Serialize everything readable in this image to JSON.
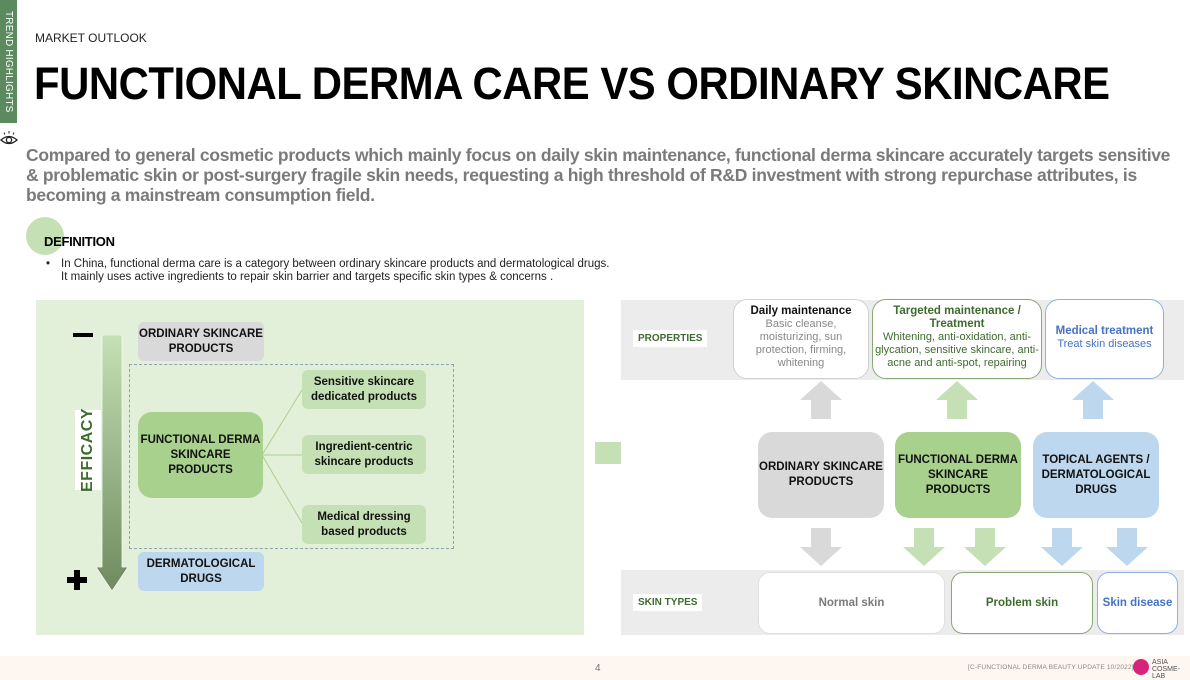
{
  "side_tab": {
    "label": "TREND HIGHLIGHTS"
  },
  "header": {
    "section": "MARKET OUTLOOK",
    "title": "FUNCTIONAL DERMA CARE VS ORDINARY SKINCARE"
  },
  "summary": "Compared to general cosmetic products which mainly focus on daily skin maintenance, functional derma skincare accurately targets sensitive & problematic skin or post-surgery fragile skin needs, requesting a high threshold of R&D investment with strong repurchase attributes, is becoming a mainstream consumption field.",
  "definition": {
    "title": "DEFINITION",
    "bullet": "•",
    "line1": "In China, functional derma care is a category between ordinary skincare products and dermatological drugs.",
    "line2": "It mainly uses active ingredients to repair skin barrier and targets specific skin types & concerns ."
  },
  "left_diagram": {
    "minus": "−",
    "plus": "+",
    "axis_label": "EFFICACY",
    "ordinary": "ORDINARY SKINCARE PRODUCTS",
    "functional": "FUNCTIONAL DERMA SKINCARE PRODUCTS",
    "subcategories": [
      "Sensitive skincare dedicated products",
      "Ingredient-centric skincare products",
      "Medical dressing based products"
    ],
    "drugs": "DERMATOLOGICAL DRUGS"
  },
  "right_diagram": {
    "properties_label": "PROPERTIES",
    "skin_types_label": "SKIN TYPES",
    "properties": [
      {
        "head": "Daily maintenance",
        "body": "Basic cleanse, moisturizing, sun protection, firming, whitening"
      },
      {
        "head": "Targeted maintenance / Treatment",
        "body": "Whitening, anti-oxidation, anti-glycation, sensitive skincare, anti-acne and anti-spot, repairing"
      },
      {
        "head": "Medical treatment",
        "body": "Treat skin diseases"
      }
    ],
    "categories": [
      "ORDINARY SKINCARE PRODUCTS",
      "FUNCTIONAL DERMA SKINCARE PRODUCTS",
      "TOPICAL AGENTS / DERMATOLOGICAL DRUGS"
    ],
    "skin_types": [
      "Normal skin",
      "Problem skin",
      "Skin disease"
    ]
  },
  "colors": {
    "green_dark": "#3e6b2e",
    "green_mid": "#a9d18e",
    "green_light": "#c5e0b4",
    "panel_green": "#e2efd9",
    "grey": "#d9d9d9",
    "blue": "#bdd7ee",
    "blue_text": "#4472c4",
    "side_tab": "#5a8a5e"
  },
  "footer": {
    "page_number": "4",
    "reference": "[C-FUNCTIONAL  DERMA BEAUTY UPDATE 10/2022]",
    "logo_line1": "ASIA",
    "logo_line2": "COSME-LAB"
  }
}
